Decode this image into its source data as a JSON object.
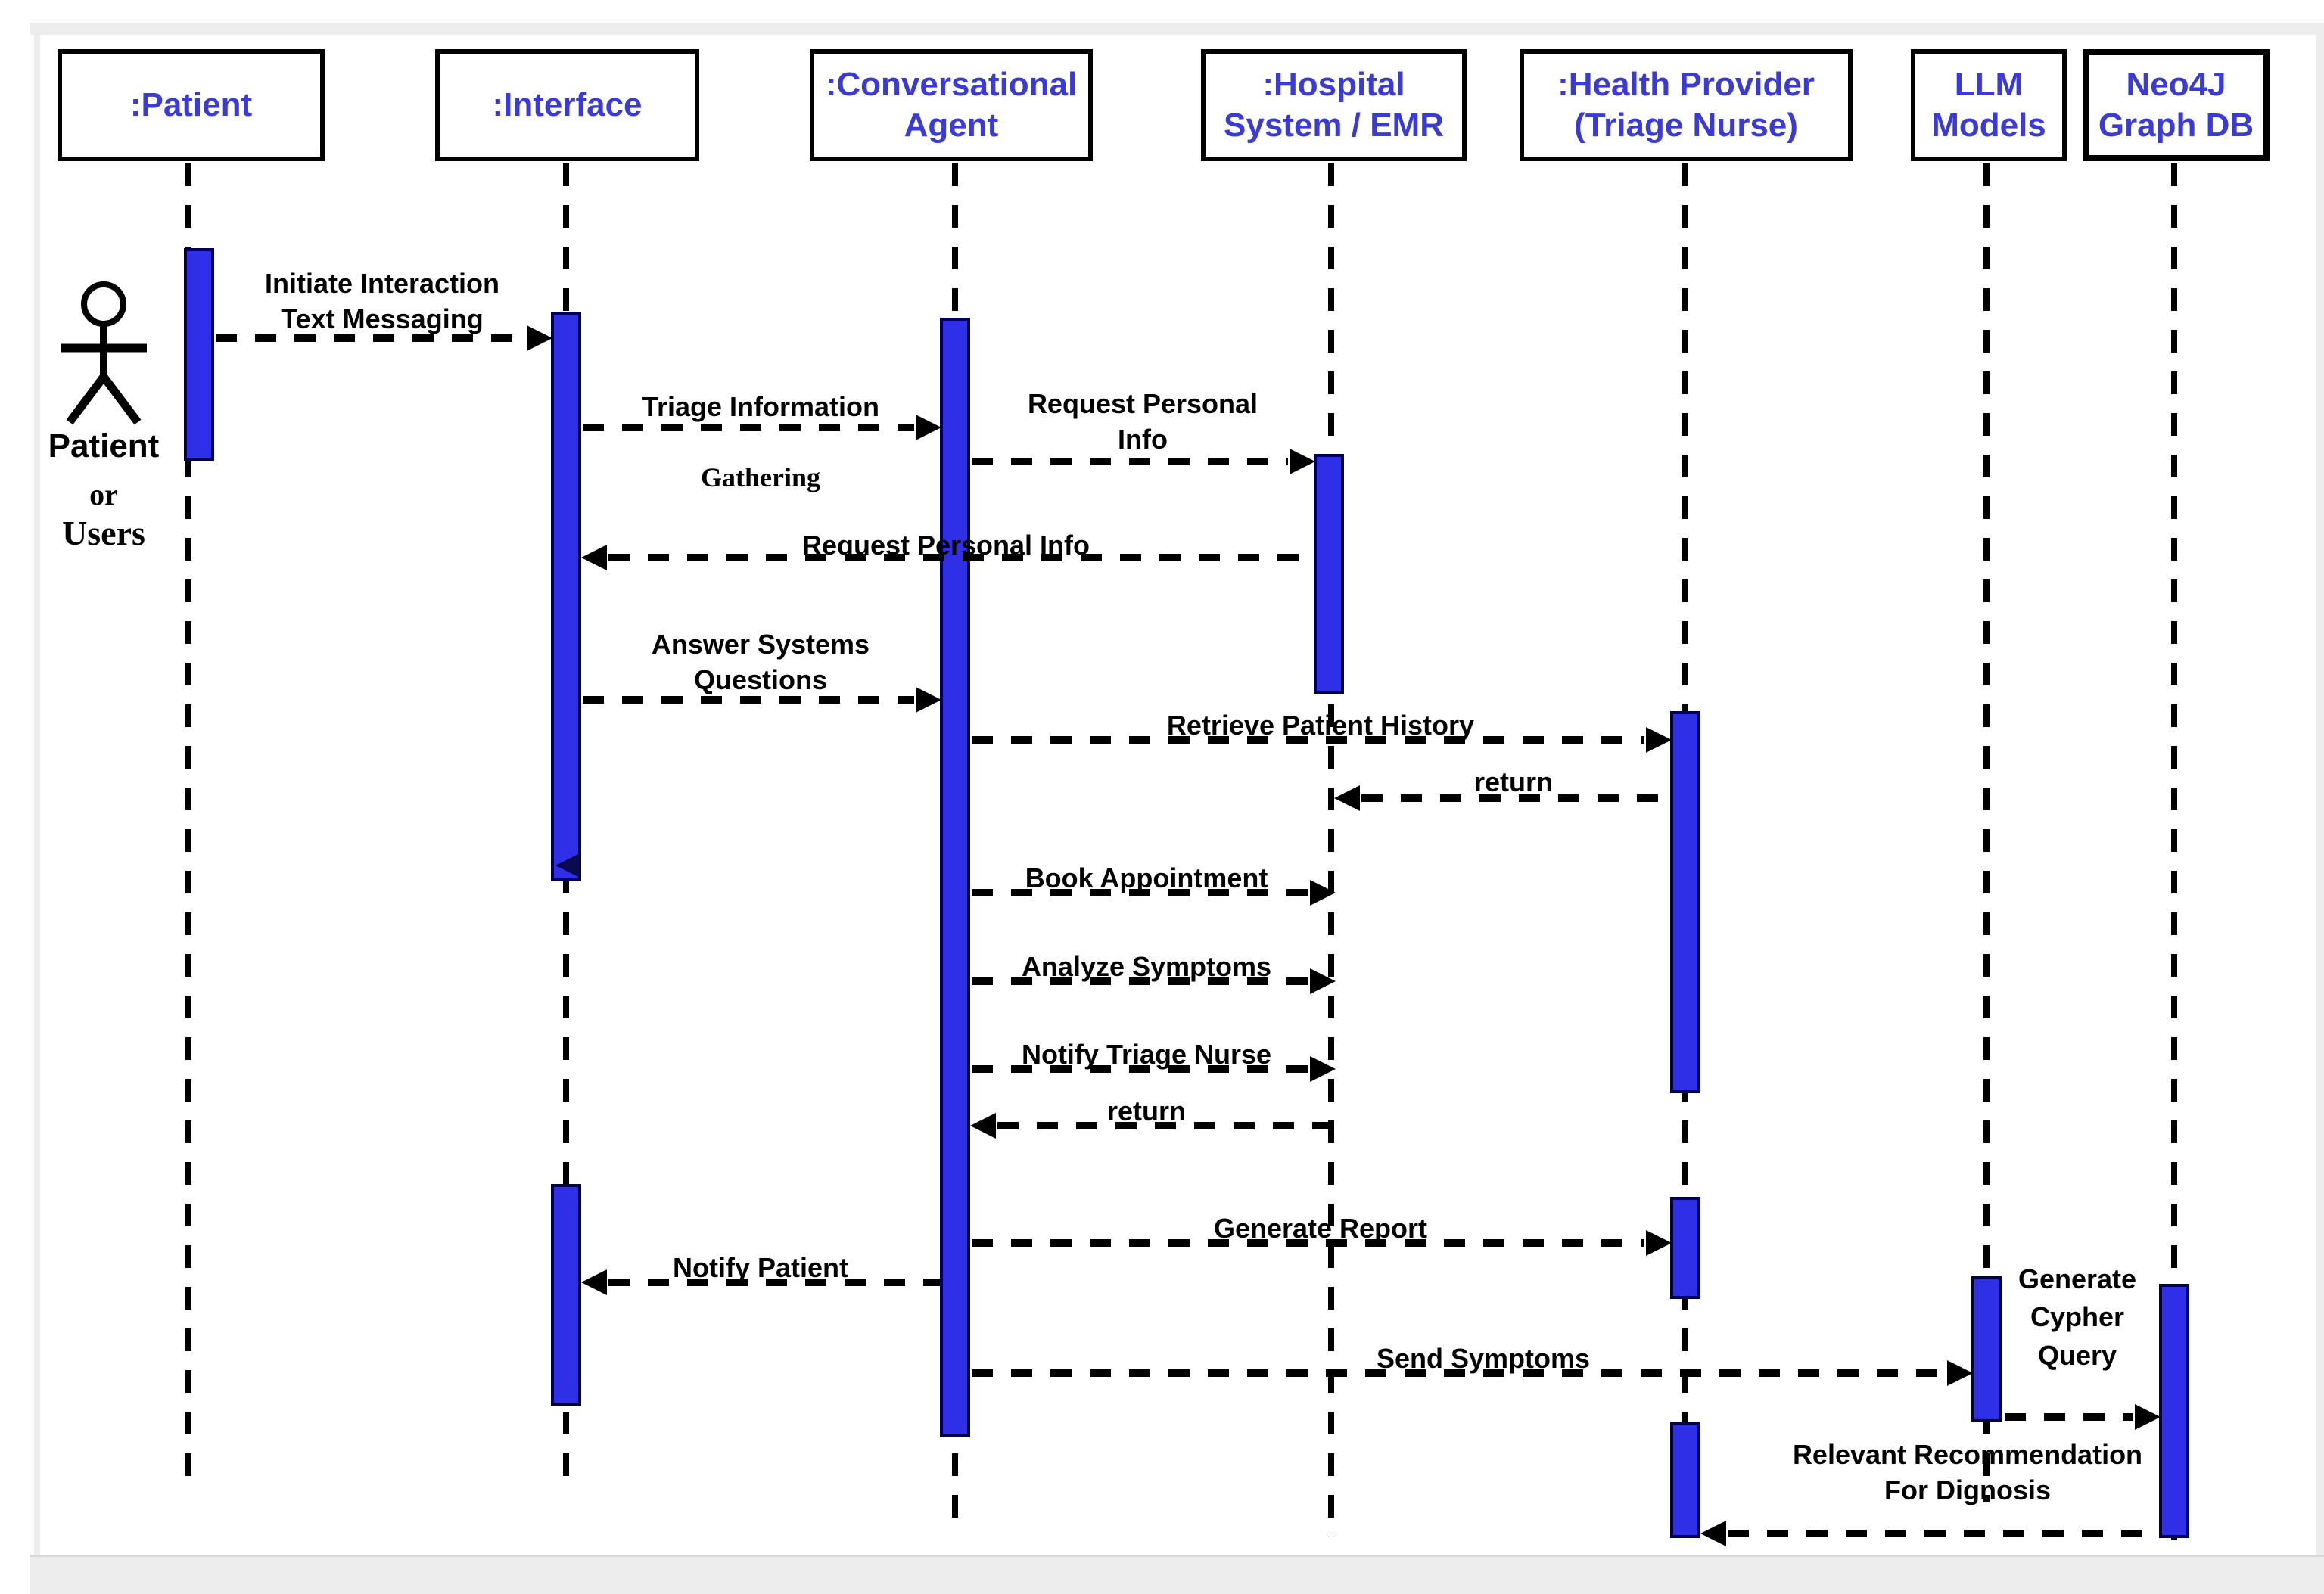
{
  "diagram": {
    "kind": "uml-sequence-diagram",
    "colors": {
      "actor_label": "#3a3ad4",
      "activation_fill": "#2f2fe8",
      "activation_border": "#00004d",
      "band": "#ededed"
    },
    "actors": [
      {
        "id": "patient",
        "label": ":Patient"
      },
      {
        "id": "interface",
        "label": ":Interface"
      },
      {
        "id": "conversational-agent",
        "label": ":Conversational\nAgent"
      },
      {
        "id": "hospital-system-emr",
        "label": ":Hospital\nSystem / EMR"
      },
      {
        "id": "health-provider",
        "label": ":Health Provider\n(Triage Nurse)"
      },
      {
        "id": "llm-models",
        "label": "LLM\nModels"
      },
      {
        "id": "neo4j-graph-db",
        "label": "Neo4J\nGraph DB"
      }
    ],
    "user_figure": {
      "line1": "Patient",
      "line2": "or",
      "line3": "Users"
    },
    "messages": [
      {
        "id": "initiate-interaction",
        "from": "patient",
        "to": "interface",
        "direction": "right",
        "label": "Initiate Interaction\nText Messaging"
      },
      {
        "id": "triage-information-gathering",
        "from": "interface",
        "to": "conversational-agent",
        "direction": "right",
        "label": "Triage Information",
        "label_serif": "Gathering"
      },
      {
        "id": "request-personal-info",
        "from": "conversational-agent",
        "to": "hospital-system-emr",
        "direction": "right",
        "label": "Request Personal\nInfo"
      },
      {
        "id": "request-personal-info-return",
        "from": "hospital-system-emr",
        "to": "interface",
        "direction": "left",
        "label": "Request Personal Info"
      },
      {
        "id": "answer-systems-questions",
        "from": "interface",
        "to": "conversational-agent",
        "direction": "right",
        "label": "Answer Systems\nQuestions"
      },
      {
        "id": "retrieve-patient-history",
        "from": "conversational-agent",
        "to": "health-provider",
        "direction": "right",
        "label": "Retrieve Patient History"
      },
      {
        "id": "return-patient-history",
        "from": "health-provider",
        "to": "hospital-system-emr",
        "direction": "left",
        "label": "return"
      },
      {
        "id": "book-appointment",
        "from": "conversational-agent",
        "to": "hospital-system-emr",
        "direction": "right",
        "label": "Book Appointment"
      },
      {
        "id": "analyze-symptoms",
        "from": "conversational-agent",
        "to": "hospital-system-emr",
        "direction": "right",
        "label": "Analyze Symptoms"
      },
      {
        "id": "notify-triage-nurse",
        "from": "conversational-agent",
        "to": "hospital-system-emr",
        "direction": "right",
        "label": "Notify Triage Nurse"
      },
      {
        "id": "return-notify",
        "from": "hospital-system-emr",
        "to": "conversational-agent",
        "direction": "left",
        "label": "return"
      },
      {
        "id": "generate-report",
        "from": "conversational-agent",
        "to": "health-provider",
        "direction": "right",
        "label": "Generate Report"
      },
      {
        "id": "notify-patient",
        "from": "conversational-agent",
        "to": "interface",
        "direction": "left",
        "label": "Notify Patient"
      },
      {
        "id": "send-symptoms",
        "from": "conversational-agent",
        "to": "llm-models",
        "direction": "right",
        "label": "Send Symptoms"
      },
      {
        "id": "generate-cypher-query",
        "from": "llm-models",
        "to": "neo4j-graph-db",
        "direction": "right",
        "label": "Generate\nCypher\nQuery"
      },
      {
        "id": "relevant-recommendation",
        "from": "neo4j-graph-db",
        "to": "health-provider",
        "direction": "left",
        "label": "Relevant Recommendation\nFor Dignosis"
      }
    ]
  }
}
